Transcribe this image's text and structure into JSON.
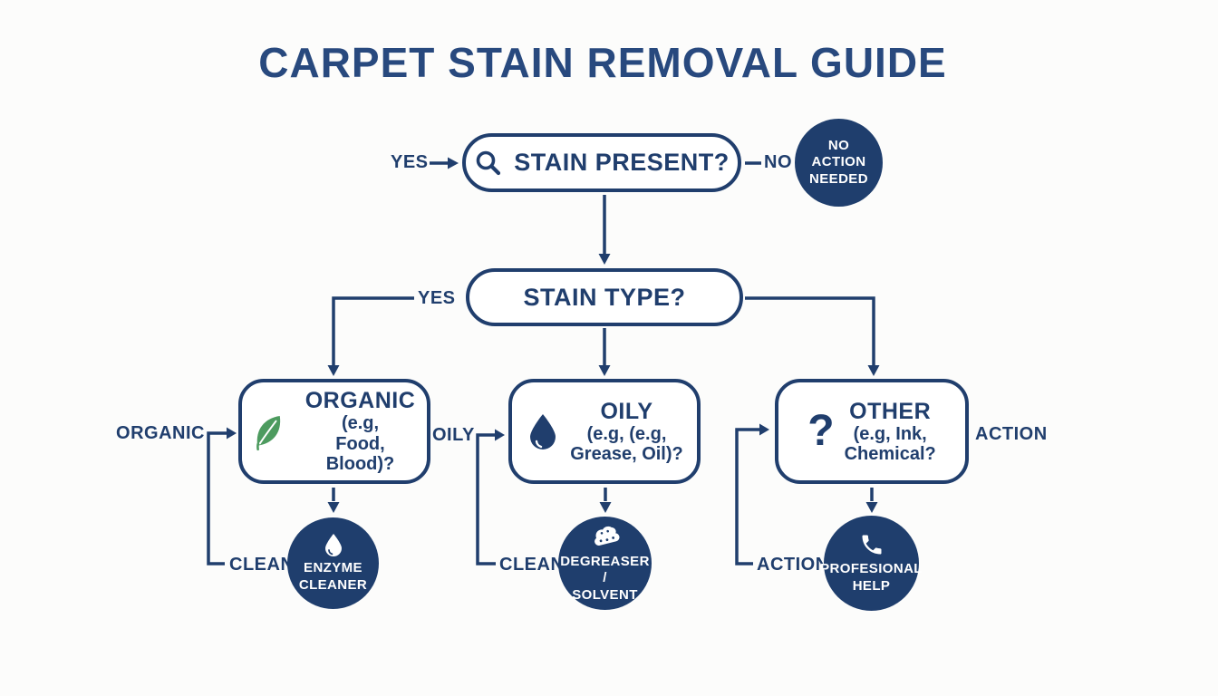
{
  "title": "CARPET STAIN REMOVAL GUIDE",
  "colors": {
    "navy": "#203e6d",
    "title_navy": "#28497e",
    "circle_fill": "#1f3e6d",
    "leaf_green": "#4d9b5f",
    "background": "#fcfcfb",
    "circle_text": "#ffffff"
  },
  "icons": {
    "stain_present": "magnifier-icon",
    "organic": "leaf-icon",
    "oily": "drop-icon",
    "other": "question-icon",
    "enzyme": "drop-icon",
    "degreaser": "sponge-icon",
    "professional": "phone-icon"
  },
  "flow": {
    "stain_present": {
      "label": "STAIN PRESENT?",
      "yes": "YES",
      "no": "NO"
    },
    "no_action": {
      "line1": "NO",
      "line2": "ACTION",
      "line3": "NEEDED"
    },
    "stain_type": {
      "label": "STAIN TYPE?",
      "yes": "YES"
    },
    "organic": {
      "side_label": "ORGANIC",
      "title": "ORGANIC",
      "sub1": "(e.g,",
      "sub2": "Food, Blood)?",
      "verb_label": "CLEAN",
      "result_line1": "ENZYME",
      "result_line2": "CLEANER"
    },
    "oily": {
      "side_label": "OILY",
      "title": "OILY",
      "sub1": "(e.g, (e.g,",
      "sub2": "Grease, Oil)?",
      "verb_label": "CLEAN",
      "result_line1": "DEGREASER /",
      "result_line2": "SOLVENT"
    },
    "other": {
      "side_label": "ACTION",
      "title": "OTHER",
      "sub1": "(e.g, Ink,",
      "sub2": "Chemical?",
      "icon_glyph": "?",
      "verb_label": "ACTION",
      "result_line1": "PROFESIONAL",
      "result_line2": "HELP"
    }
  }
}
